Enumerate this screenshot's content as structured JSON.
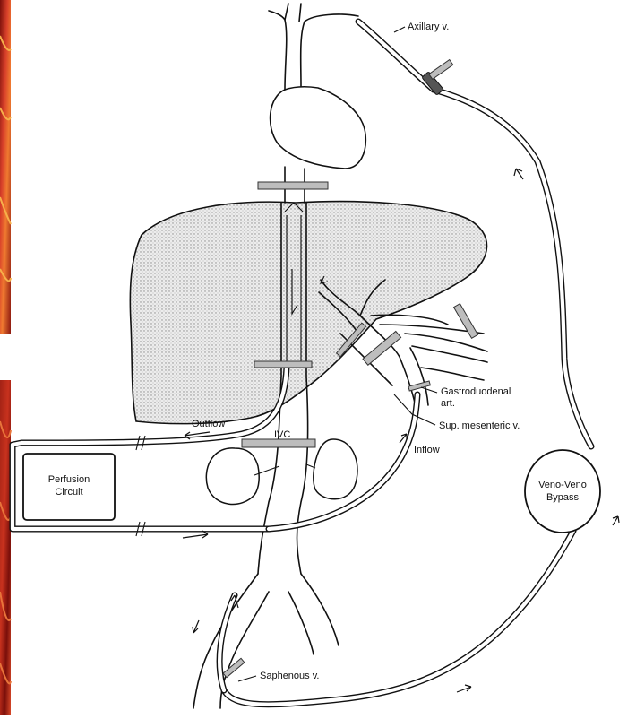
{
  "labels": {
    "axillary_v": "Axillary v.",
    "outflow": "Outflow",
    "ivc": "IVC",
    "inflow": "Inflow",
    "gastroduodenal": "Gastroduodenal",
    "gastroduodenal_abbr": "art.",
    "sup_mesenteric": "Sup. mesenteric v.",
    "perfusion_line1": "Perfusion",
    "perfusion_line2": "Circuit",
    "veno_line1": "Veno-Veno",
    "veno_line2": "Bypass",
    "saphenous_v": "Saphenous v."
  },
  "colors": {
    "line": "#111111",
    "liver_fill": "#e4e4e4",
    "clamp_fill": "#bdbdbd",
    "background_tissue": "#b8281c"
  }
}
